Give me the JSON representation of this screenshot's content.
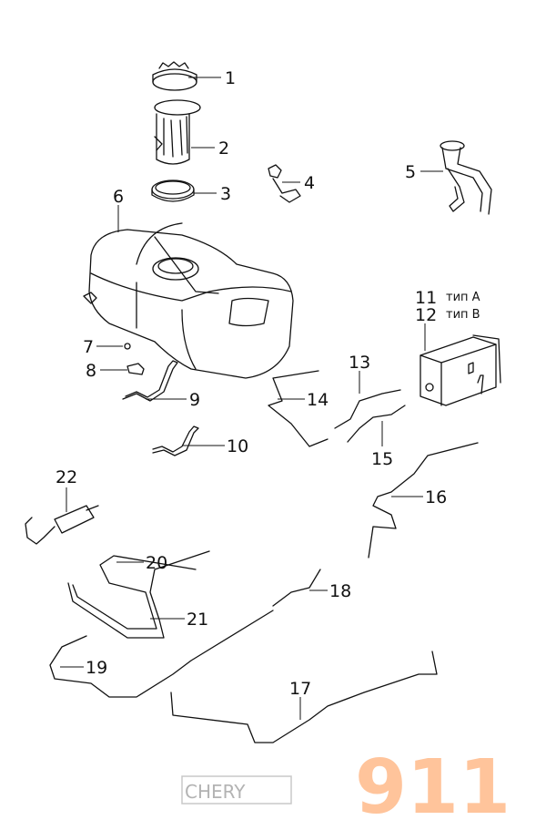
{
  "diagram": {
    "title": "Fuel tank and fuel lines parts diagram",
    "callouts": [
      "1",
      "2",
      "3",
      "4",
      "5",
      "6",
      "7",
      "8",
      "9",
      "10",
      "11",
      "12",
      "13",
      "14",
      "15",
      "16",
      "17",
      "18",
      "19",
      "20",
      "21",
      "22"
    ],
    "variants": {
      "type_a": "тип A",
      "type_b": "тип B"
    }
  },
  "watermark": {
    "brand": "CHERY",
    "number": "911",
    "color": "#ffb07a"
  }
}
